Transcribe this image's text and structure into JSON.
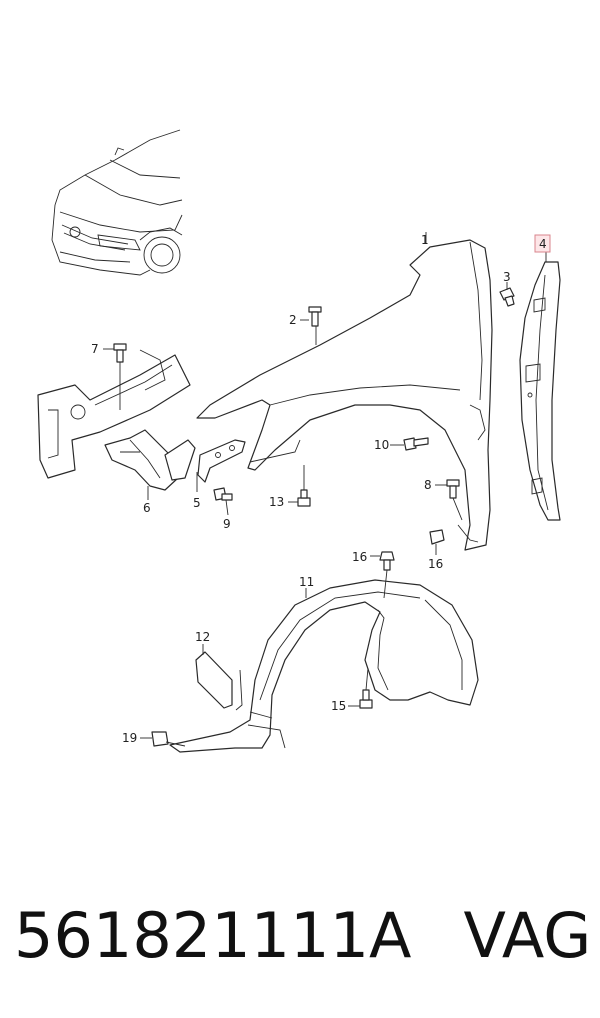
{
  "diagram": {
    "callouts": {
      "c1": "1",
      "c2": "2",
      "c3": "3",
      "c4": "4",
      "c5": "5",
      "c6": "6",
      "c7": "7",
      "c8": "8",
      "c9": "9",
      "c10": "10",
      "c11": "11",
      "c12": "12",
      "c13": "13",
      "c15": "15",
      "c16a": "16",
      "c16b": "16",
      "c19": "19"
    },
    "highlight_color": "#fde6e8"
  },
  "footer": {
    "part_number": "561821111A",
    "brand": "VAG"
  }
}
